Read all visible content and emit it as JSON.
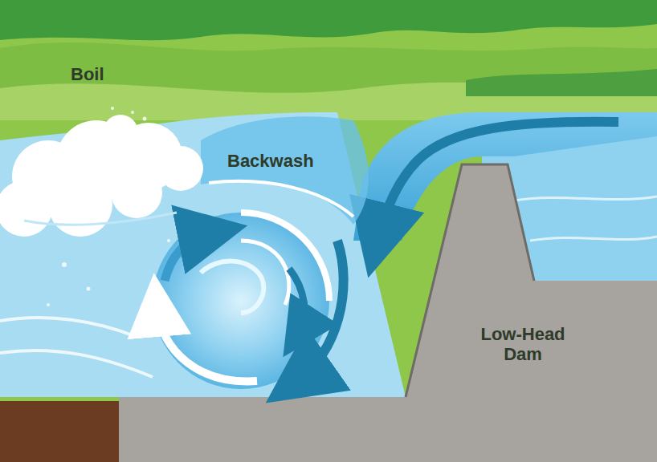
{
  "diagram": {
    "labels": [
      "Boil",
      "Backwash",
      "Low-Head Dam"
    ]
  }
}
